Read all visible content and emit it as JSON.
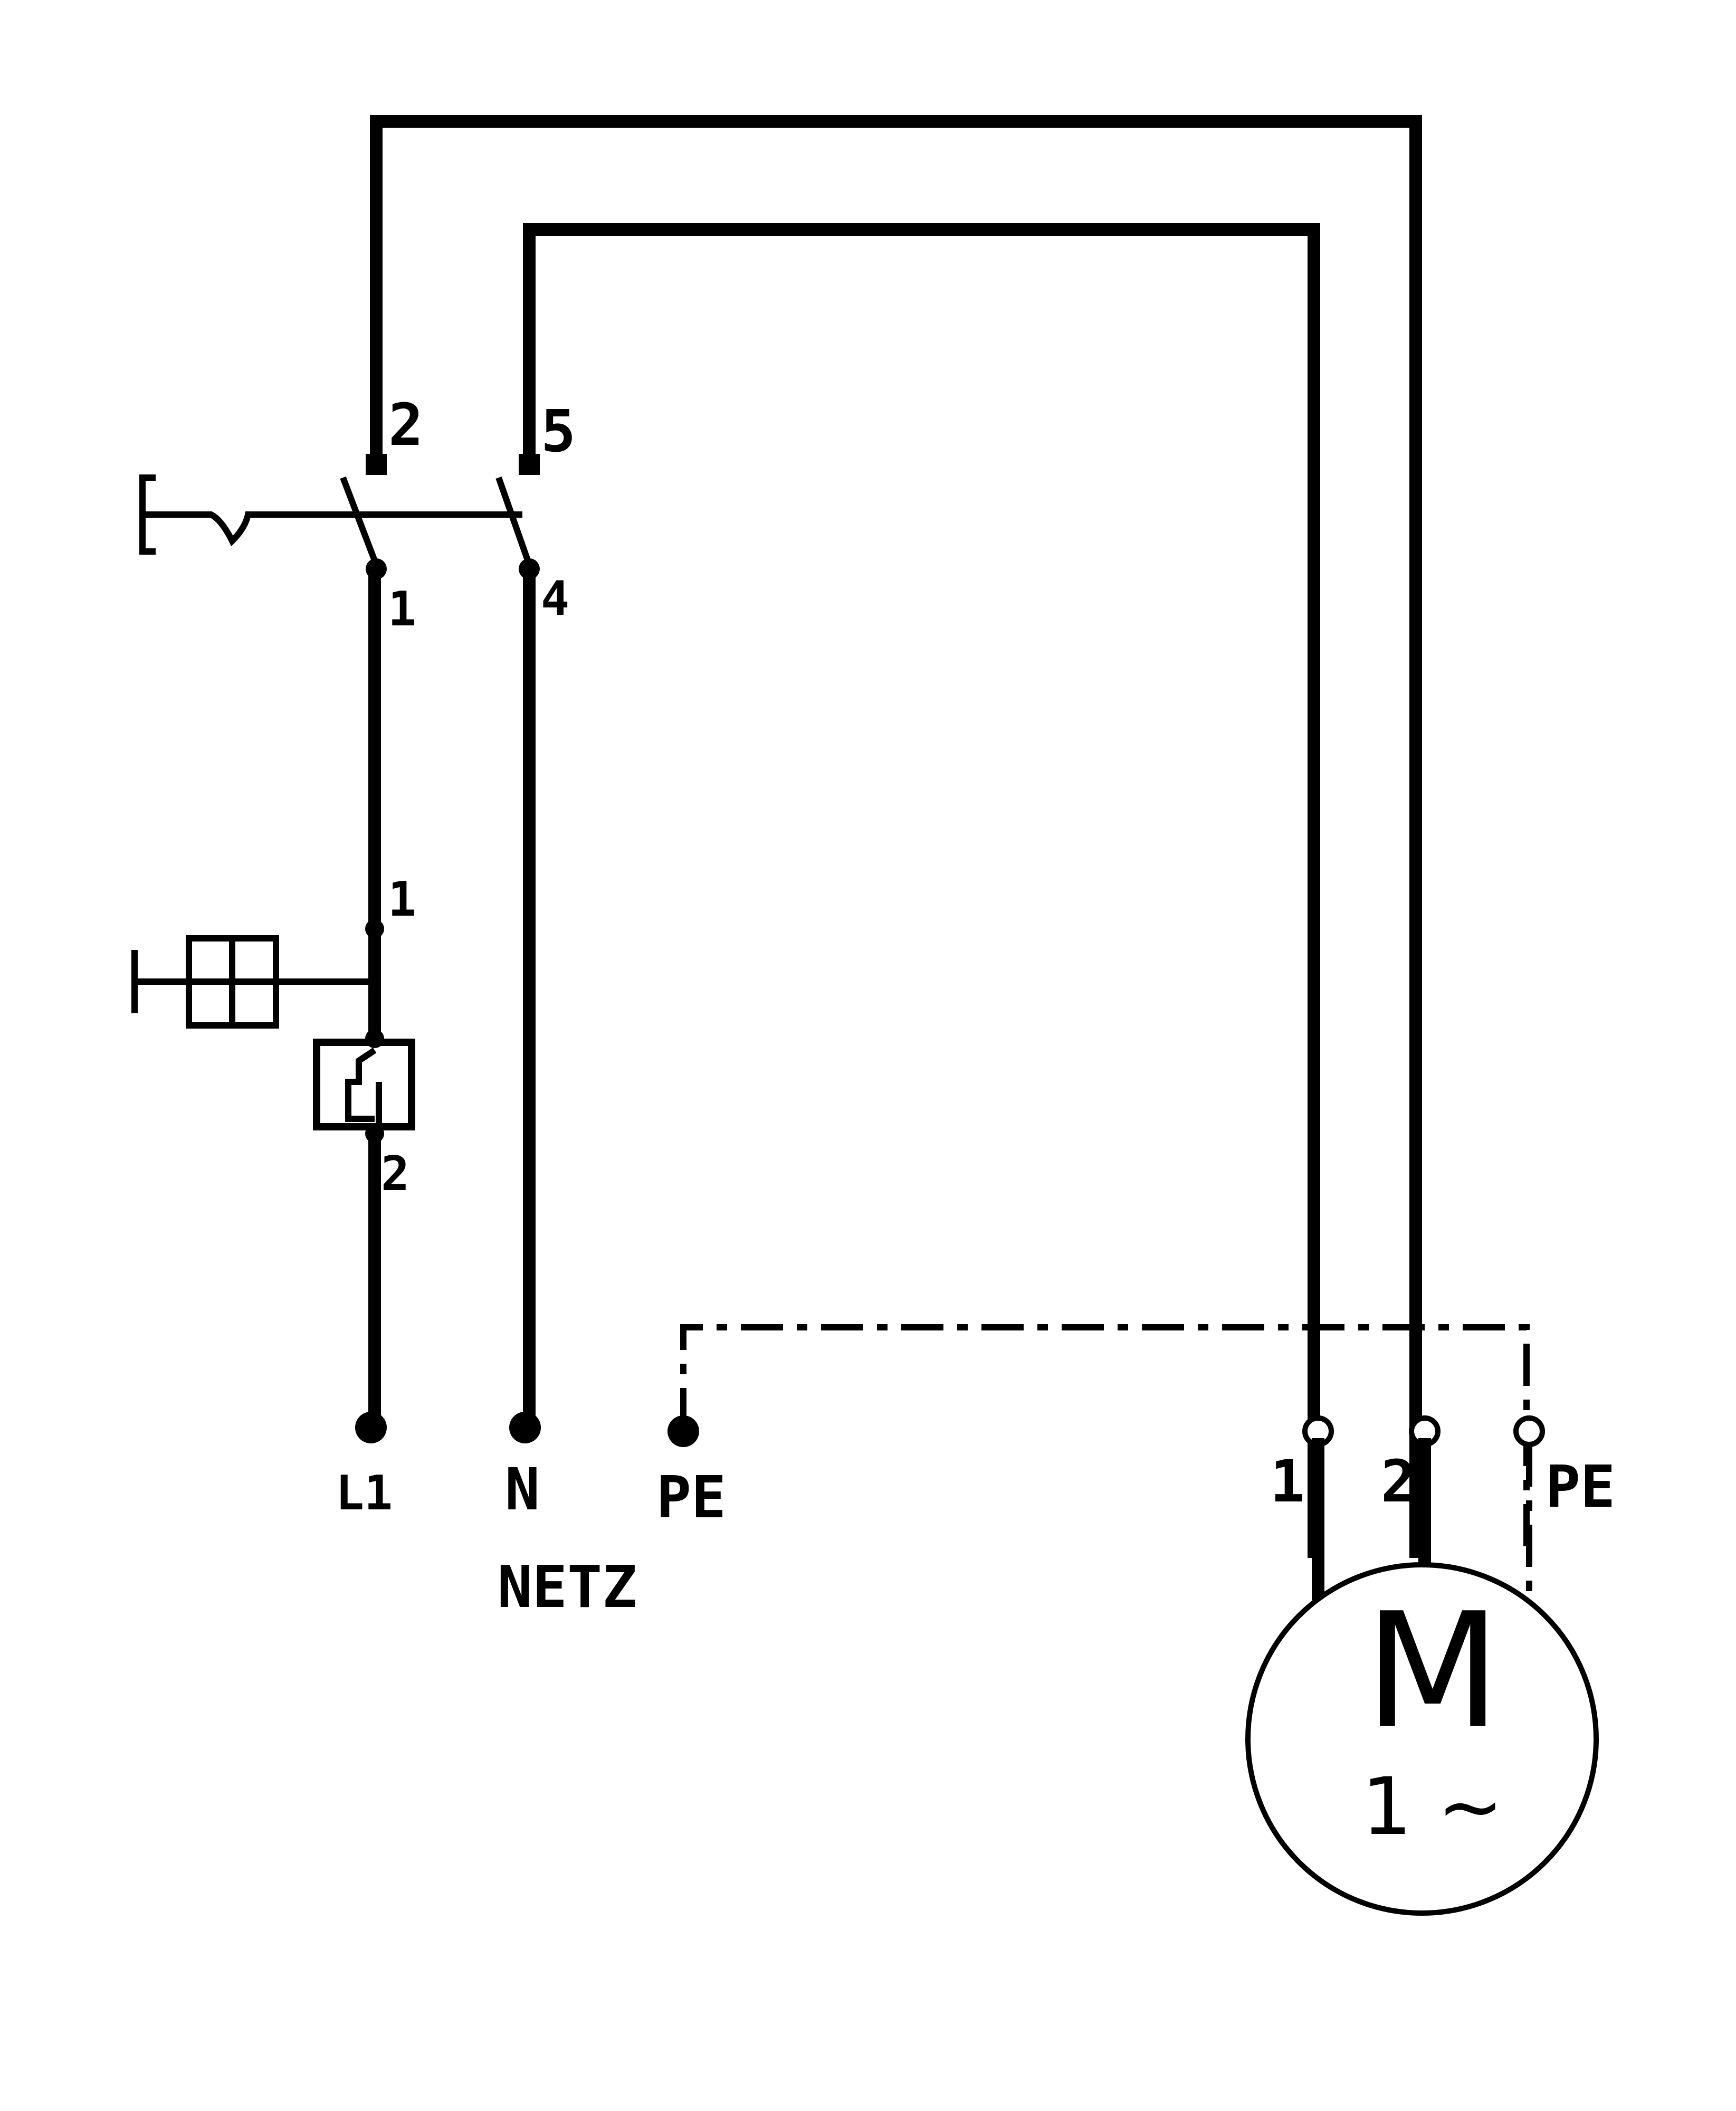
{
  "terminals": {
    "switch_top_left": "2",
    "switch_top_right": "5",
    "switch_bottom_left": "1",
    "switch_bottom_right": "4",
    "button_top": "1",
    "fuse_bottom": "2"
  },
  "supply": {
    "l1": "L1",
    "n": "N",
    "pe": "PE",
    "caption": "NETZ"
  },
  "motor": {
    "terminal_1": "1",
    "terminal_2": "2",
    "terminal_pe": "PE",
    "symbol": "M",
    "phases": "1 ~"
  }
}
